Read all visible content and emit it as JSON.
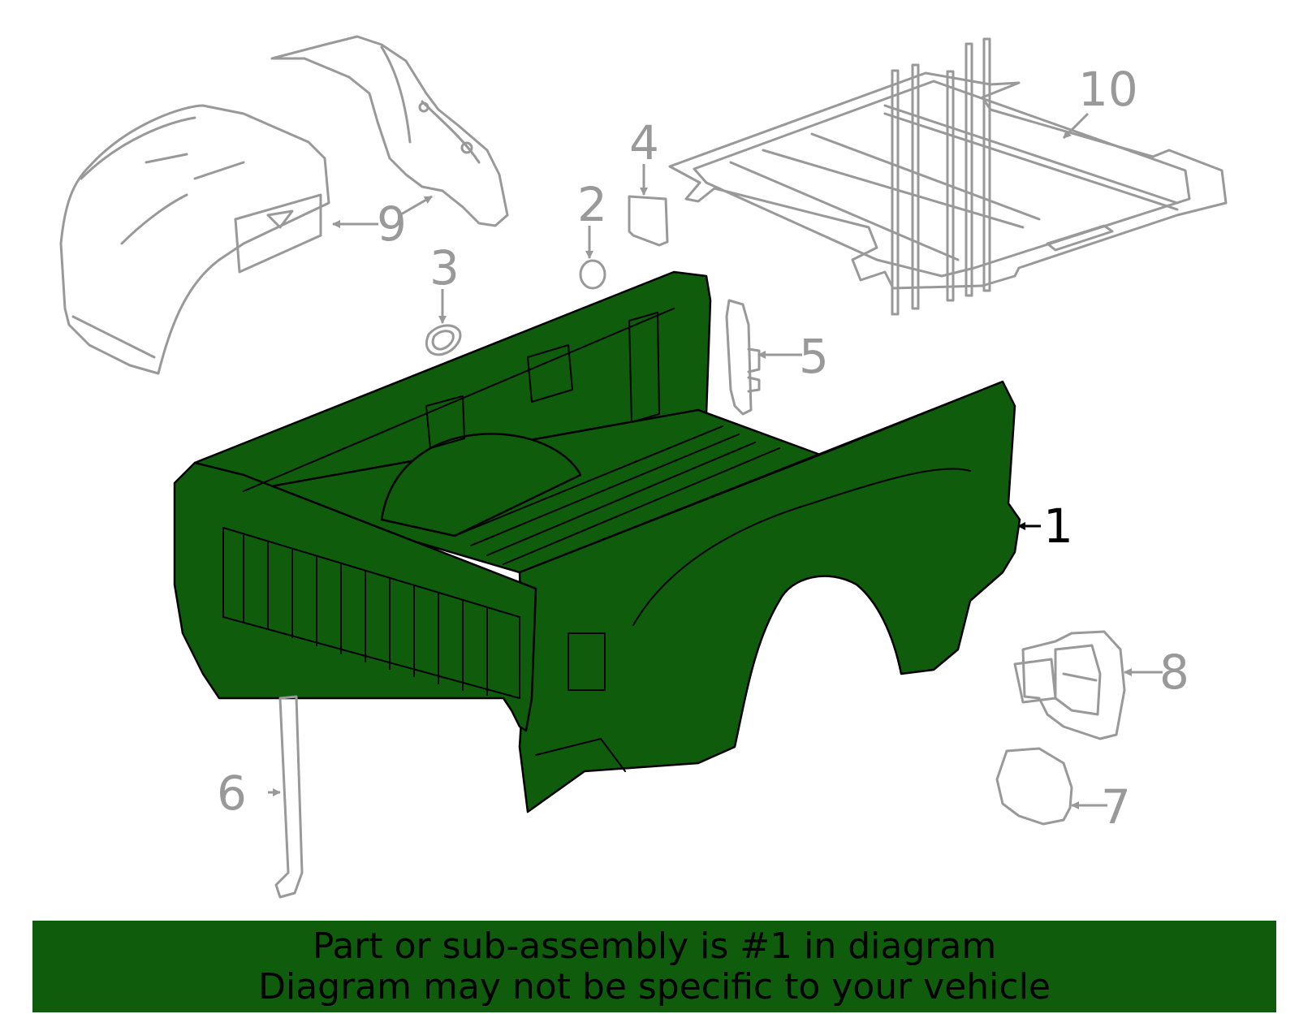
{
  "diagram": {
    "callouts": {
      "c1": "1",
      "c2": "2",
      "c3": "3",
      "c4": "4",
      "c5": "5",
      "c6": "6",
      "c7": "7",
      "c8": "8",
      "c9": "9",
      "c10": "10"
    },
    "highlight_part": "1",
    "colors": {
      "highlight": "#0e5c0c",
      "outline": "#999999",
      "ink": "#000000"
    }
  },
  "banner": {
    "line1": "Part or sub-assembly is #1 in diagram",
    "line2": "Diagram may not be specific to your vehicle"
  }
}
